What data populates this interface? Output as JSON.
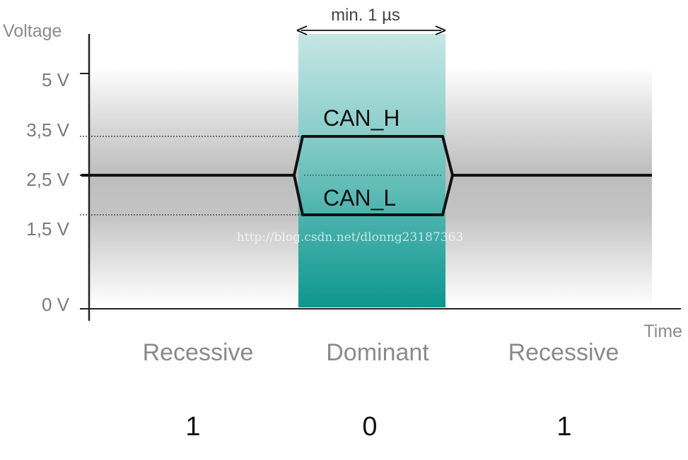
{
  "axis": {
    "y_title": "Voltage",
    "x_title": "Time",
    "ticks": [
      {
        "label": "5 V"
      },
      {
        "label": "3,5 V"
      },
      {
        "label": "2,5 V"
      },
      {
        "label": "1,5 V"
      },
      {
        "label": "0 V"
      }
    ]
  },
  "dominant_window": {
    "duration_label": "min. 1 µs"
  },
  "signals": {
    "can_h": "CAN_H",
    "can_l": "CAN_L"
  },
  "states": [
    {
      "name": "Recessive",
      "bit": "1"
    },
    {
      "name": "Dominant",
      "bit": "0"
    },
    {
      "name": "Recessive",
      "bit": "1"
    }
  ],
  "watermark": "http://blog.csdn.net/dlonng23187363",
  "colors": {
    "axis_text": "#8a8a8a",
    "tick_text": "#7a7a7a",
    "signal": "#111111",
    "teal_top": "#c3e4e2",
    "teal_bottom": "#0e9890",
    "band_gray": "#bdbdbd"
  }
}
